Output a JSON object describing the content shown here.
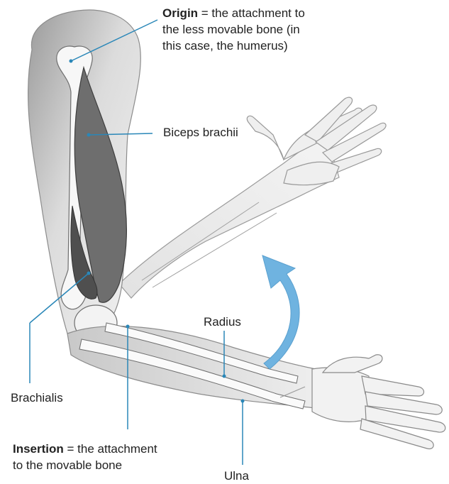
{
  "labels": {
    "origin_term": "Origin",
    "origin_rest_line1": " = the attachment to",
    "origin_line2": "the less movable bone (in",
    "origin_line3": "this case, the humerus)",
    "biceps": "Biceps brachii",
    "radius": "Radius",
    "brachialis": "Brachialis",
    "insertion_term": "Insertion",
    "insertion_rest_line1": " = the attachment",
    "insertion_line2": "to the movable bone",
    "ulna": "Ulna"
  },
  "colors": {
    "leader_line": "#2a87b8",
    "arrow": "#6fb3e0",
    "muscle": "#6b6b6b",
    "skin": "#cfcfcf"
  }
}
